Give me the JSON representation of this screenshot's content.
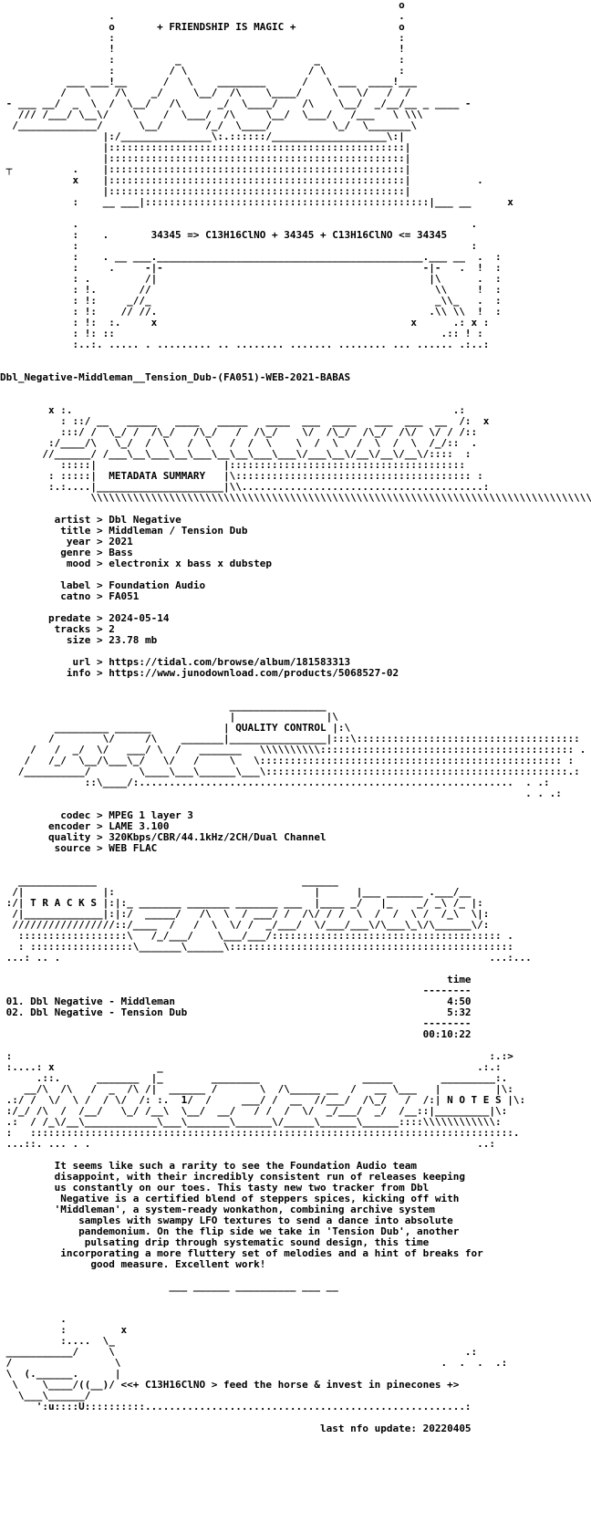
{
  "banner": {
    "art": "                                                                  o\n                  .                                               .\n                  o       + FRIENDSHIP IS MAGIC +                 o\n                  :                                               :\n                  !                                               !\n                  :          _                      _             :\n                  :         / \\                    / \\            :\n           ___ ___!__      /   \\    ________      /   \\ ___  ____!___\n          /   \\    /\\    _/     \\__/  /\\    \\____/     \\   \\/   /  /\n - ___ __/  _  \\  /  \\__/   /\\      _/  \\____/    /\\    \\__/  _/__/__ _ ____ -\n   /// /___/ \\__\\/    \\    /  \\___/  /\\     \\__/  \\___/   /___   \\ \\\\\\\n  /_____________/      \\__/       /_/  \\____/          \\_/  \\_______\\\n                 |:/_______________\\:.::::::/___________________\\:|\n                 |:::::::::::::::::::::::::::::::::::::::::::::::::|\n                 |:::::::::::::::::::::::::::::::::::::::::::::::::|\n ┬          .    |:::::::::::::::::::::::::::::::::::::::::::::::::|\n            x    |:::::::::::::::::::::::::::::::::::::::::::::::::|           .\n                 |:::::::::::::::::::::::::::::::::::::::::::::::::|\n            :    __ ___|:::::::::::::::::::::::::::::::::::::::::::::::|___ __      x\n\n            .                                                                 .\n            :    .       34345 => C13H16ClNO + 34345 + C13H16ClNO <= 34345\n            :                                                                 :\n            :    . __ ___.____________________________________________.___ __  .  :\n            :     .     -|-                                           -|-   .  !  :\n            : .         /|                                             |\\      .  :\n            : !.       //                                               \\\\     !  :\n            : !:     _//_                                               _\\\\_   .  :\n            : !:    // //.                                             .\\\\ \\\\  !  :\n            : !:  :.     x                                          x      .: x :\n            : !: ::                                                      .:: ! :\n            :..:. ..... . ......... .. ........ ....... ........ ... ...... .:..:"
  },
  "release_name": "Dbl_Negative-Middleman__Tension_Dub-(FA051)-WEB-2021-BABAS",
  "metadata_header": {
    "art": "        x :.                                                               .:\n          : ::/ __   _____   ____   _____   ____  ___  ____   ___  ___  __  /:  x\n          :::/ /  \\_/ /  /\\_/   /\\_/   /  /\\_/    \\/  /\\_/  /\\_/  /\\/  \\/ / /::\n        :/____/\\   \\_/  /  \\   /  \\   /  /  \\    \\  /  \\   /  \\  /  \\  /_/::  .\n       //______/ /___\\__\\___\\__\\___\\__\\__\\___\\___\\/___\\__\\/__\\/__\\/__\\/::::  :\n          :::::|                     |:::::::::::::::::::::::::::::::::::::::\n        : :::::|  METADATA SUMMARY   |\\::::::::::::::::::::::::::::::::::::::: :\n        :.:....|_____________________|\\\\........................................:\n               \\\\\\\\\\\\\\\\\\\\\\\\\\\\\\\\\\\\\\\\\\\\\\\\\\\\\\\\\\\\\\\\\\\\\\\\\\\\\\\\\\\\\\\\\\\\\\\\\\\\\\\\\\\\\\\\\\\\\\\\\\\\\\\\\\\\\\\\\\\\\\\\\\\\\\\\\\\\\\\\\\\\\\"
  },
  "metadata": [
    {
      "key": "artist",
      "value": "Dbl Negative"
    },
    {
      "key": "title",
      "value": "Middleman / Tension Dub"
    },
    {
      "key": "year",
      "value": "2021"
    },
    {
      "key": "genre",
      "value": "Bass"
    },
    {
      "key": "mood",
      "value": "electronix x bass x dubstep"
    },
    {
      "key": "",
      "value": ""
    },
    {
      "key": "label",
      "value": "Foundation Audio"
    },
    {
      "key": "catno",
      "value": "FA051"
    },
    {
      "key": "",
      "value": ""
    },
    {
      "key": "predate",
      "value": "2024-05-14"
    },
    {
      "key": "tracks",
      "value": "2"
    },
    {
      "key": "size",
      "value": "23.78 mb"
    },
    {
      "key": "",
      "value": ""
    },
    {
      "key": "url",
      "value": "https://tidal.com/browse/album/181583313"
    },
    {
      "key": "info",
      "value": "https://www.junodownload.com/products/5068527-02"
    }
  ],
  "quality_header": {
    "art": "                                      ________________\n                                      |               |\\\n         _________ ______            | QUALITY CONTROL |:\\\n        /        \\/     /\\    _______|________________|:::\\:::::::::::::::::::::::::::::::::::::\n     /   /  _/  \\/   ___/ \\  /   _______   \\\\\\\\\\\\\\\\\\\\:::::::::::::::::::::::::::::::::::::::::: .\n    /   /_/  \\__/\\___\\_/   \\/   /     \\   \\:::::::::::::::::::::::::::::::::::::::::::::::::: :\n   /__________/        \\____\\___\\______\\___\\::::::::::::::::::::::::::::::::::::::::::::::::::.:\n              ::\\____/:..............................................................  . .:\n                                                                                       . . .:"
  },
  "quality": [
    {
      "key": "codec",
      "value": "MPEG 1 layer 3"
    },
    {
      "key": "encoder",
      "value": "LAME 3.100"
    },
    {
      "key": "quality",
      "value": "320Kbps/CBR/44.1kHz/2CH/Dual Channel"
    },
    {
      "key": "source",
      "value": "WEB FLAC"
    }
  ],
  "tracks_header": {
    "art": "   _____________                                  ______\n  /|             |:                                 |      |___ ______ .___/__\n :/| T R A C K S |:|:_ _______ _______ _______ ___  |____ _/   |_    _/ _\\ /_ |:\n  /|_____________|:|:/  _____/   /\\  \\  / ___/ /  /\\/ / /  \\  /  /  \\ /  /_\\  \\|:\n  /////////////////::/____  /   /  \\  \\/ /  _/___/  \\/___/___\\/\\___\\_\\/\\______\\/:\n   ::::::::::::::::::\\   /_/___/    \\___/___/:::::::::::::::::::::::::::::::::::::: .\n   : :::::::::::::::::\\_______\\______\\:::::::::::::::::::::::::::::::::::::::::::::::\n ...: .. .                                                                       ...:..."
  },
  "tracks_col_header": "time",
  "tracks": [
    {
      "num": "01.",
      "name": "Dbl Negative - Middleman",
      "time": "4:50"
    },
    {
      "num": "02.",
      "name": "Dbl Negative - Tension Dub",
      "time": "5:32"
    }
  ],
  "tracks_total": "00:10:22",
  "notes_header": {
    "art": " :                                                                               :.:>\n :....: x                 _                                                    .:.:\n      .::.      _______  |_        ________                 _____        _________:.\n    __/\\  /\\   /  _  /\\ /|  ______ /       \\  /\\_____ __  /   __ \\___   |         |\\:\n .:/ /  \\/  \\ /  / \\/  /: :.  1/  /     ___/ /  __  //___/  /\\_/   /  /:| N O T E S |\\:\n :/_/ /\\  /  /__/   \\_/ /__\\  \\__/  __/   / /  /  \\/  _/___/  _/  /__::|_________|\\:\n .:  / /_\\/__\\____________\\___\\_______\\______\\/_____\\______\\______::::\\\\\\\\\\\\\\\\\\\\\\\\:\n :   ::::::::::::::::::::::::::::::::::::::::::::::::::::::::::::::::::::::::::::::::.\n ...::. ... . .                                                                ..:"
  },
  "notes_text": "         It seems like such a rarity to see the Foundation Audio team\n         disappoint, with their incredibly consistent run of releases keeping\n         us constantly on our toes. This tasty new two tracker from Dbl\n          Negative is a certified blend of steppers spices, kicking off with\n         'Middleman', a system-ready wonkathon, combining archive system\n             samples with swampy LFO textures to send a dance into absolute\n             pandemonium. On the flip side we take in 'Tension Dub', another\n              pulsating drip through systematic sound design, this time\n          incorporating a more fluttery set of melodies and a hint of breaks for\n               good measure. Excellent work!",
  "notes_divider": "                            ___ ______ __________ ___ __",
  "footer": {
    "art": "\n\n          .\n          :         x\n          :....  \\_\n ___________/     \\                                                          .:\n /                 \\                                                     .  .  .  .:\n \\  (.______.      |\n  \\    \\____/((__)/ <<+ C13H16ClNO > feed the horse & invest in pinecones +>\n   \\___\\______/\n      ':u::::U::::::::::.....................................................:"
  },
  "last_update": "last nfo update: 20220405"
}
